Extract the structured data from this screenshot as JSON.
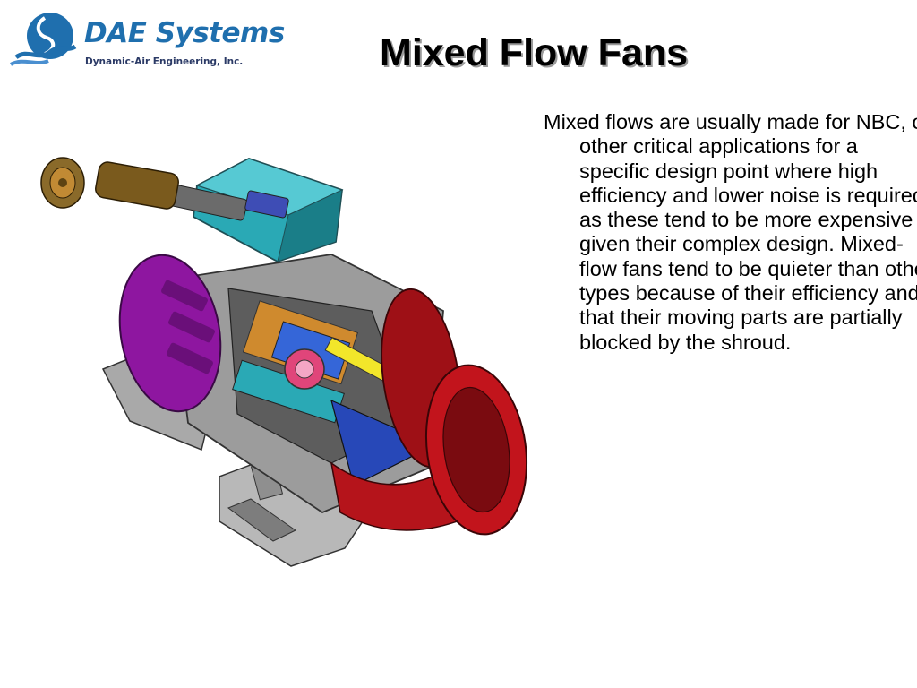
{
  "logo": {
    "name": "DAE Systems",
    "tagline": "Dynamic-Air Engineering, Inc."
  },
  "slide": {
    "title": "Mixed Flow Fans",
    "body": "Mixed flows are usually made for NBC, or other critical applications for a specific design point where high efficiency and lower noise is required as these tend to be more expensive given their complex design. Mixed-flow fans tend to be quieter than other types because of their efficiency and that their moving parts are partially blocked by the shroud."
  },
  "colors": {
    "brand_blue": "#1f6fae",
    "title_text": "#000000",
    "title_shadow": "#9a9a9a",
    "fan_housing_gray": "#9c9c9c",
    "inlet_red": "#c2141c",
    "motor_purple": "#8e16a0",
    "junction_box_teal": "#2aa9b5"
  },
  "illustration": {
    "icon": "mixed-flow-fan-cutaway-illustration"
  }
}
